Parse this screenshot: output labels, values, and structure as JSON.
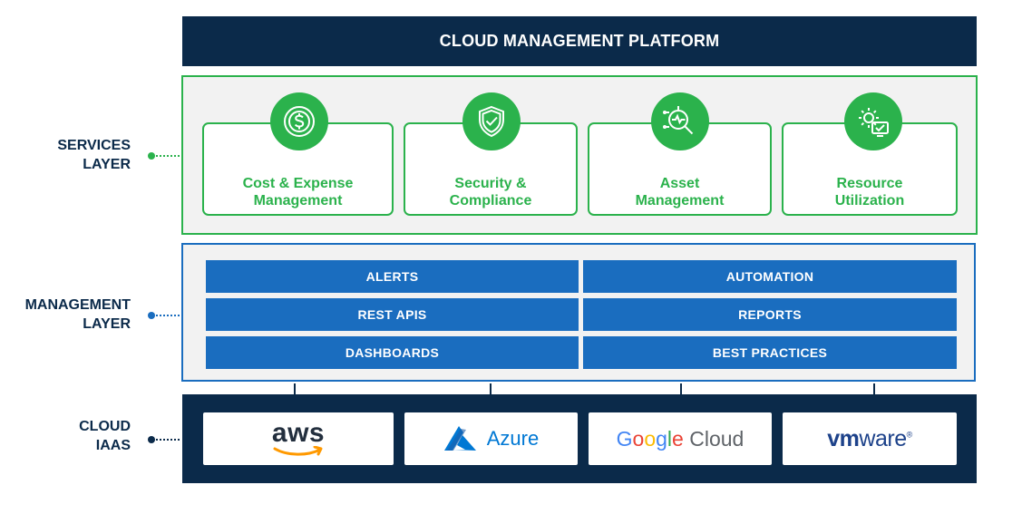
{
  "platform": {
    "title": "CLOUD MANAGEMENT PLATFORM"
  },
  "layers": {
    "services": {
      "line1": "SERVICES",
      "line2": "LAYER"
    },
    "management": {
      "line1": "MANAGEMENT",
      "line2": "LAYER"
    },
    "cloud": {
      "line1": "CLOUD",
      "line2": "IAAS"
    }
  },
  "services": [
    {
      "line1": "Cost & Expense",
      "line2": "Management",
      "icon": "dollar-coin-icon"
    },
    {
      "line1": "Security &",
      "line2": "Compliance",
      "icon": "shield-check-icon"
    },
    {
      "line1": "Asset",
      "line2": "Management",
      "icon": "asset-search-icon"
    },
    {
      "line1": "Resource",
      "line2": "Utilization",
      "icon": "gear-monitor-icon"
    }
  ],
  "management_items": [
    "ALERTS",
    "AUTOMATION",
    "REST APIS",
    "REPORTS",
    "DASHBOARDS",
    "BEST PRACTICES"
  ],
  "clouds": {
    "aws": "aws",
    "azure": "Azure",
    "google": {
      "g": "G",
      "o1": "o",
      "o2": "o",
      "g2": "g",
      "l": "l",
      "e": "e",
      "cloud": "Cloud"
    },
    "vmware": {
      "vm": "vm",
      "ware": "ware",
      "reg": "®"
    }
  },
  "colors": {
    "navy": "#0b2a4a",
    "green": "#2bb24c",
    "blue": "#1a6dbf",
    "panel": "#f2f2f2"
  }
}
